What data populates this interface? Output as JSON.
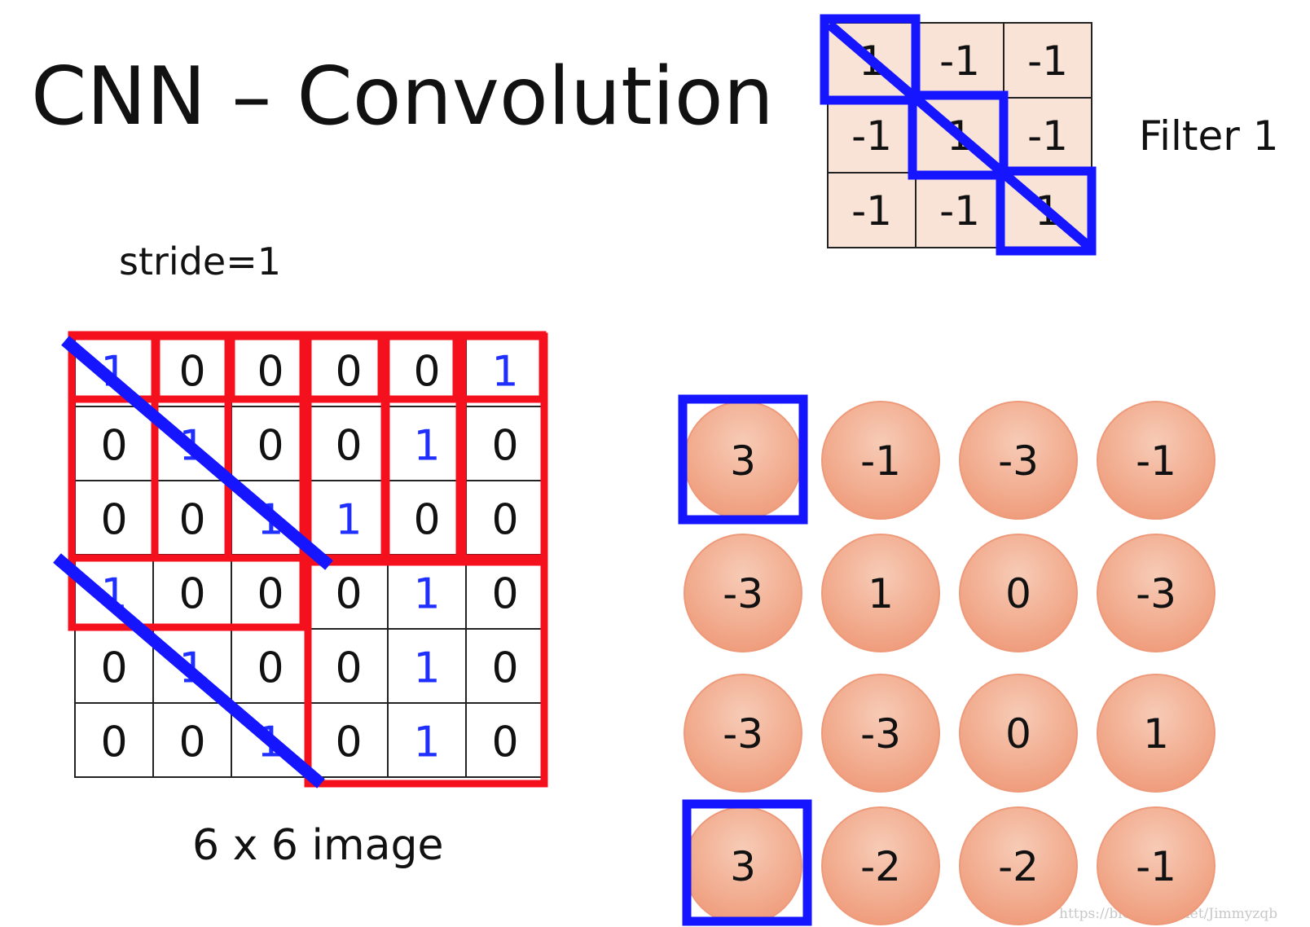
{
  "title": "CNN – Convolution",
  "stride_label": "stride=1",
  "image_caption": "6 x 6 image",
  "filter": {
    "label": "Filter 1",
    "values": [
      [
        "1",
        "-1",
        "-1"
      ],
      [
        "-1",
        "1",
        "-1"
      ],
      [
        "-1",
        "-1",
        "1"
      ]
    ],
    "fill_color": "#f9e3d6"
  },
  "image": {
    "values": [
      [
        "1",
        "0",
        "0",
        "0",
        "0",
        "1"
      ],
      [
        "0",
        "1",
        "0",
        "0",
        "1",
        "0"
      ],
      [
        "0",
        "0",
        "1",
        "1",
        "0",
        "0"
      ],
      [
        "1",
        "0",
        "0",
        "0",
        "1",
        "0"
      ],
      [
        "0",
        "1",
        "0",
        "0",
        "1",
        "0"
      ],
      [
        "0",
        "0",
        "1",
        "0",
        "1",
        "0"
      ]
    ],
    "one_color": "#1f2fff",
    "zero_color": "#111111"
  },
  "feature_map": {
    "values": [
      [
        "3",
        "-1",
        "-3",
        "-1"
      ],
      [
        "-3",
        "1",
        "0",
        "-3"
      ],
      [
        "-3",
        "-3",
        "0",
        "1"
      ],
      [
        "3",
        "-2",
        "-2",
        "-1"
      ]
    ],
    "circle_color": "#f2a98b"
  },
  "colors": {
    "highlight_blue": "#1515ff",
    "window_red": "#f5101e"
  },
  "watermark": "https://blog.csdn.net/Jimmyzqb"
}
